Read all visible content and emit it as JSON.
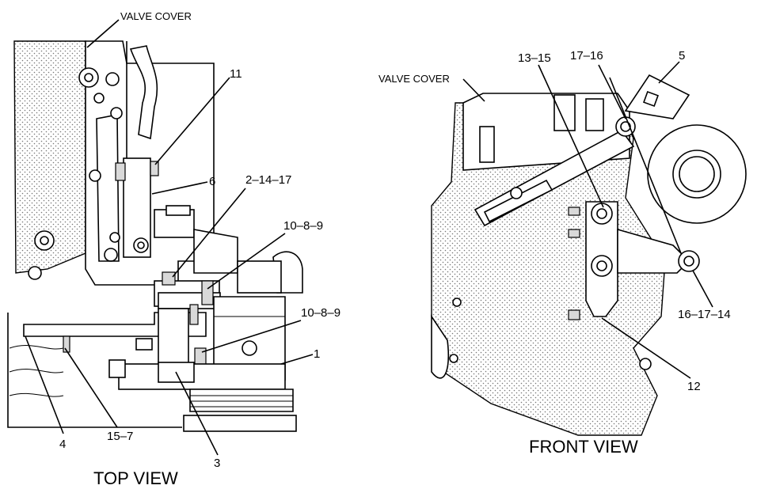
{
  "top_view": {
    "title": "TOP VIEW",
    "labels": {
      "valve_cover": "VALVE COVER",
      "l11": "11",
      "l6": "6",
      "l2_14_17": "2–14–17",
      "l10_8_9_a": "10–8–9",
      "l10_8_9_b": "10–8–9",
      "l1": "1",
      "l3": "3",
      "l4": "4",
      "l15_7": "15–7"
    }
  },
  "front_view": {
    "title": "FRONT VIEW",
    "labels": {
      "valve_cover": "VALVE COVER",
      "l13_15": "13–15",
      "l17_16": "17–16",
      "l5": "5",
      "l16_17_14": "16–17–14",
      "l12": "12"
    }
  }
}
